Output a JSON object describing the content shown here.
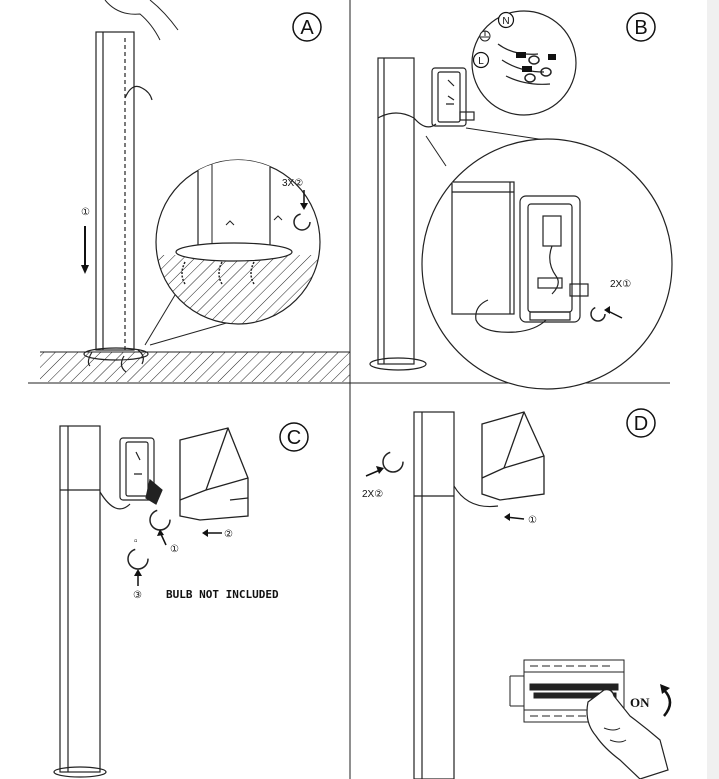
{
  "panels": {
    "a": {
      "letter": "A",
      "step_label": "①",
      "screw_label": "3X②"
    },
    "b": {
      "letter": "B",
      "wire_n": "N",
      "wire_l": "L",
      "screw_label": "2X①"
    },
    "c": {
      "letter": "C",
      "label_1": "①",
      "label_2": "②",
      "label_3": "③",
      "note": "BULB NOT INCLUDED"
    },
    "d": {
      "letter": "D",
      "screw_label": "2X②",
      "label_1": "①",
      "switch_text": "ON"
    }
  }
}
